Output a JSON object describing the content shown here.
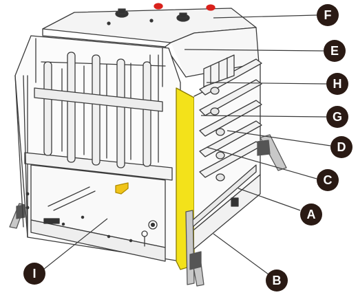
{
  "callouts": [
    {
      "id": "A",
      "label": "A"
    },
    {
      "id": "B",
      "label": "B"
    },
    {
      "id": "C",
      "label": "C"
    },
    {
      "id": "D",
      "label": "D"
    },
    {
      "id": "E",
      "label": "E"
    },
    {
      "id": "F",
      "label": "F"
    },
    {
      "id": "G",
      "label": "G"
    },
    {
      "id": "H",
      "label": "H"
    },
    {
      "id": "I",
      "label": "I"
    }
  ],
  "colors": {
    "outline": "#3a3a3a",
    "callout_fill": "#2a1a14",
    "safety_strip": "#f3e21a",
    "knob_red": "#d9211b",
    "strap": "#9a9a9a",
    "handle": "#f0c419"
  }
}
